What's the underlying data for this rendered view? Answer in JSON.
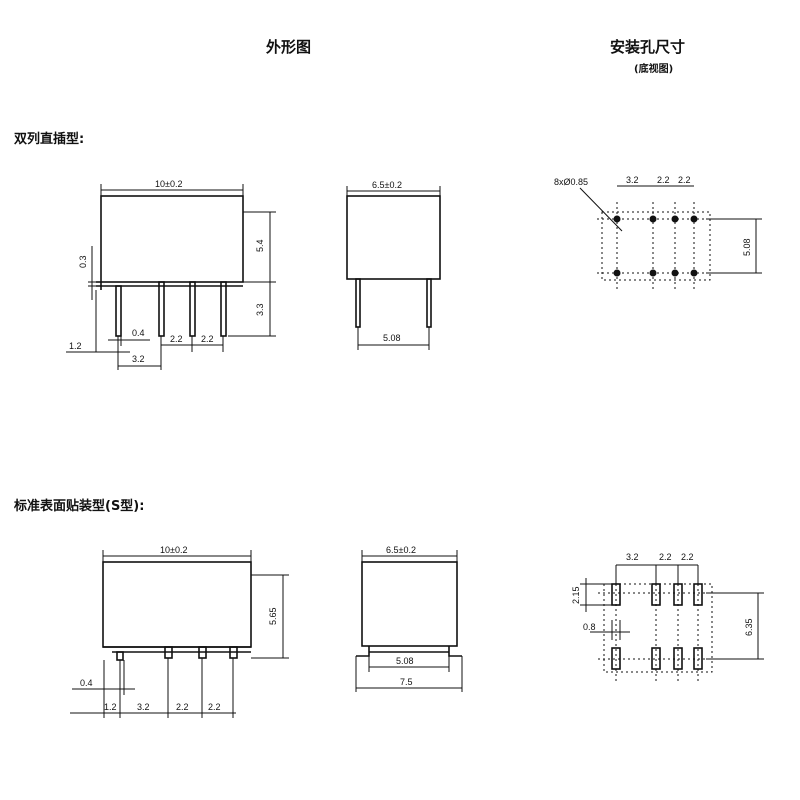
{
  "headers": {
    "outline": "外形图",
    "mounting": "安装孔尺寸",
    "mounting_sub": "(底视图)"
  },
  "sections": {
    "through_hole": {
      "title": "双列直插型:",
      "front_dims": {
        "length": "10±0.2",
        "height": "5.4",
        "gap": "0.3",
        "pin_len": "3.3",
        "pin_w": "0.4",
        "edge": "1.2",
        "first_pitch": "3.2",
        "pitch_a": "2.2",
        "pitch_b": "2.2"
      },
      "side_dims": {
        "width": "6.5±0.2",
        "row_span": "5.08"
      },
      "holes": {
        "spec": "8xØ0.85",
        "pitch_1": "3.2",
        "pitch_2": "2.2",
        "pitch_3": "2.2",
        "row_span": "5.08"
      }
    },
    "smt": {
      "title": "标准表面贴装型(S型):",
      "front_dims": {
        "length": "10±0.2",
        "height": "5.65",
        "pin_w": "0.4",
        "edge": "1.2",
        "first_pitch": "3.2",
        "pitch_a": "2.2",
        "pitch_b": "2.2"
      },
      "side_dims": {
        "width": "6.5±0.2",
        "inner": "5.08",
        "outer": "7.5"
      },
      "pads": {
        "pitch_1": "3.2",
        "pitch_2": "2.2",
        "pitch_3": "2.2",
        "pad_len": "2.15",
        "pad_w": "0.8",
        "row_span": "6.35"
      }
    }
  }
}
